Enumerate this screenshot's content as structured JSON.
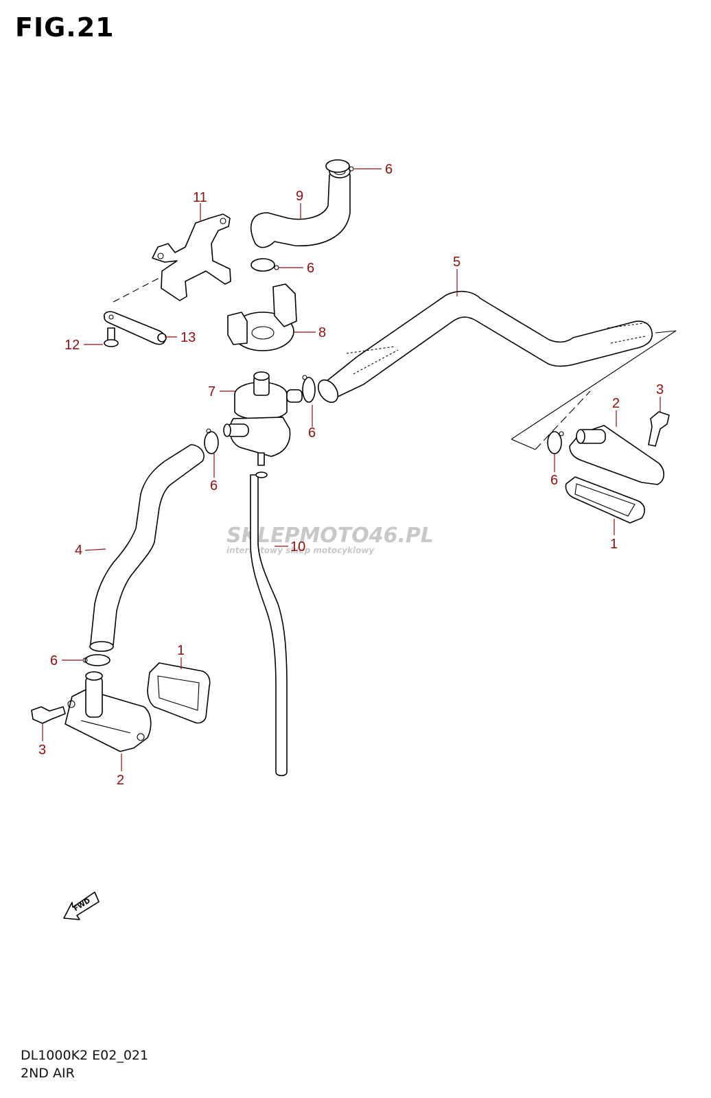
{
  "figure": {
    "title": "FIG.21"
  },
  "footer": {
    "model_code": "DL1000K2 E02_021",
    "section": "2ND AIR"
  },
  "watermark": {
    "brand": "SKLEPMOTO46.PL",
    "tagline": "internetowy sklep motocyklowy"
  },
  "fwd_marker": {
    "label": "FWD"
  },
  "callouts": {
    "c1a": "1",
    "c1b": "1",
    "c2a": "2",
    "c2b": "2",
    "c3a": "3",
    "c3b": "3",
    "c4": "4",
    "c5": "5",
    "c6a": "6",
    "c6b": "6",
    "c6c": "6",
    "c6d": "6",
    "c6e": "6",
    "c6f": "6",
    "c7": "7",
    "c8": "8",
    "c9": "9",
    "c10": "10",
    "c11": "11",
    "c12": "12",
    "c13": "13"
  },
  "colors": {
    "callout": "#8a1010",
    "line": "#000000",
    "watermark": "#c8c8c8"
  }
}
